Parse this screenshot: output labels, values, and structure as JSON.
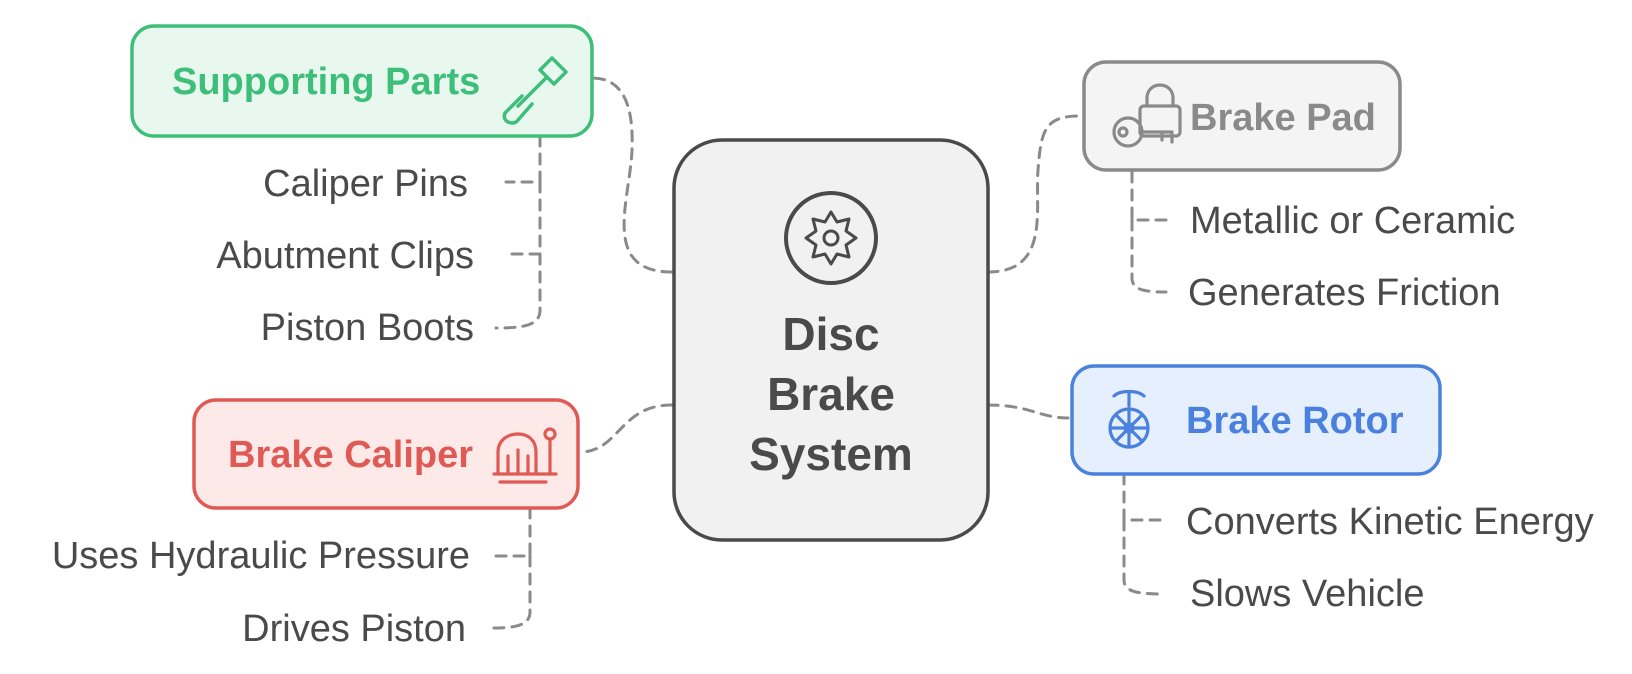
{
  "center": {
    "lines": [
      "Disc",
      "Brake",
      "System"
    ],
    "icon": "gear-icon"
  },
  "branches": {
    "supporting_parts": {
      "title": "Supporting Parts",
      "icon": "screwdriver-icon",
      "color": "#3dbf7a",
      "fill": "#e8f8ef",
      "items": [
        "Caliper Pins",
        "Abutment Clips",
        "Piston Boots"
      ]
    },
    "brake_caliper": {
      "title": "Brake Caliper",
      "icon": "caliper-icon",
      "color": "#e05a55",
      "fill": "#fde9e8",
      "items": [
        "Uses Hydraulic Pressure",
        "Drives Piston"
      ]
    },
    "brake_pad": {
      "title": "Brake Pad",
      "icon": "key-lock-icon",
      "color": "#8a8a8a",
      "fill": "#f4f4f4",
      "items": [
        "Metallic or Ceramic",
        "Generates Friction"
      ]
    },
    "brake_rotor": {
      "title": "Brake Rotor",
      "icon": "wheel-icon",
      "color": "#4a80de",
      "fill": "#e6effd",
      "items": [
        "Converts Kinetic Energy",
        "Slows Vehicle"
      ]
    }
  }
}
